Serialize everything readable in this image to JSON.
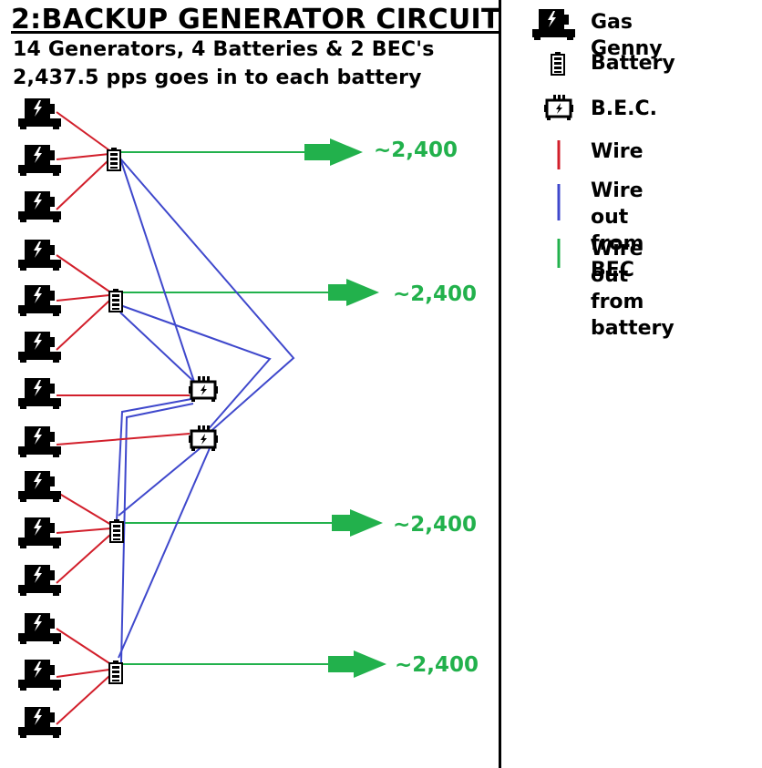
{
  "title": "2:BACKUP GENERATOR CIRCUIT",
  "subtitle_line1": "14 Generators, 4 Batteries & 2 BEC's",
  "subtitle_line2": "2,437.5 pps goes in to each battery",
  "outputs": [
    {
      "label": "~2,400"
    },
    {
      "label": "~2,400"
    },
    {
      "label": "~2,400"
    },
    {
      "label": "~2,400"
    }
  ],
  "legend": {
    "gas_genny": "Gas Genny",
    "battery": "Battery",
    "bec": "B.E.C.",
    "wire": "Wire",
    "wire_bec": "Wire out\nfrom BEC",
    "wire_battery": "Wire out\nfrom battery"
  },
  "colors": {
    "wire": "#d21f2b",
    "wire_bec": "#3f48cc",
    "wire_battery": "#22b14c",
    "generator": "#000000"
  }
}
